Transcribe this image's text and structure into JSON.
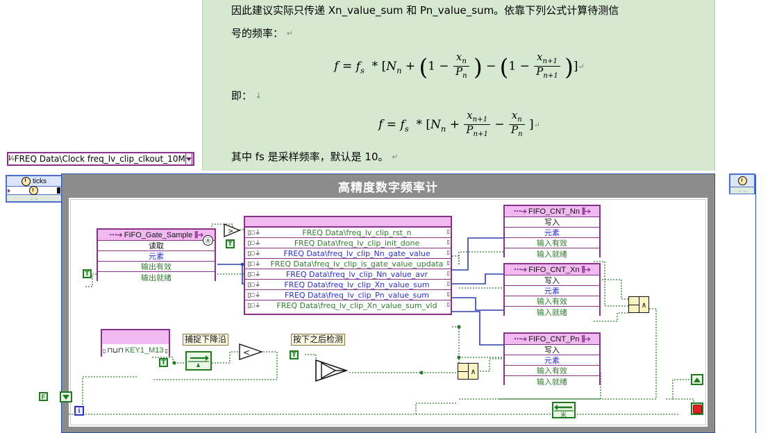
{
  "document": {
    "paragraph1": "因此建议实际只传递 Xn_value_sum 和 Pn_value_sum。依靠下列公式计算待测信",
    "paragraph2": "号的频率：",
    "paragraph3": "即：",
    "paragraph4": "其中 fs 是采样频率，默认是 10。",
    "formula1_plain": "f = fs * [Nn + (1 - xn/Pn) - (1 - xn+1/Pn+1)]",
    "formula2_plain": "f = fs * [Nn + xn+1/Pn+1 - xn/Pn]",
    "background_color": "#d5e8d0"
  },
  "clock_combo": {
    "value": "FREQ Data\\Clock freq_lv_clip_clkout_10M",
    "prefix_icon": "io-item-icon",
    "dropdown_icon": "chevron-down-icon",
    "border_color": "#8a2f8a"
  },
  "ticks_indicator": {
    "label": "ticks",
    "icon": "clock-icon",
    "timer_icon": "wait-ms-icon",
    "expand_icon": "chevron-down-icon"
  },
  "top_right_clock": {
    "icon": "clock-icon",
    "expand_icon": "chevron-down-icon"
  },
  "diagram_window": {
    "title": "高精度数字频率计",
    "title_bar_color": "#8c8c8c",
    "border_color": "#2b4fa0",
    "canvas_color": "#ffffff"
  },
  "nodes": {
    "fifo_gate_sample": {
      "title": "FIFO_Gate_Sample",
      "method": "读取",
      "rows": [
        "元素",
        "输出有效",
        "输出就绪"
      ],
      "left_icon": "fifo-input-icon",
      "right_icon": "fifo-bars-icon"
    },
    "fifo_cnt_nn": {
      "title": "FIFO_CNT_Nn",
      "method": "写入",
      "rows": [
        "元素",
        "输入有效",
        "输入就绪"
      ],
      "left_icon": "fifo-input-icon",
      "right_icon": "fifo-bars-icon"
    },
    "fifo_cnt_xn": {
      "title": "FIFO_CNT_Xn",
      "method": "写入",
      "rows": [
        "元素",
        "输入有效",
        "输入就绪"
      ],
      "left_icon": "fifo-input-icon",
      "right_icon": "fifo-bars-icon"
    },
    "fifo_cnt_pn": {
      "title": "FIFO_CNT_Pn",
      "method": "写入",
      "rows": [
        "元素",
        "输入有效",
        "输入就绪"
      ],
      "left_icon": "fifo-input-icon",
      "right_icon": "fifo-bars-icon"
    },
    "key_node": {
      "title": "KEY1_M13",
      "icon": "digital-waveform-icon"
    },
    "io_node": {
      "items": [
        {
          "label": "FREQ Data\\freq_lv_clip_rst_n",
          "color": "#2f7a2f"
        },
        {
          "label": "FREQ Data\\freq_lv_clip_init_done",
          "color": "#2f7a2f"
        },
        {
          "label": "FREQ Data\\freq_lv_clip_Nn_gate_value",
          "color": "#2b2fc8"
        },
        {
          "label": "FREQ Data\\freq_lv_clip_is_gate_value_updata",
          "color": "#2f7a2f"
        },
        {
          "label": "FREQ Data\\freq_lv_clip_Nn_value_avr",
          "color": "#2b2fc8"
        },
        {
          "label": "FREQ Data\\freq_lv_clip_Xn_value_sum",
          "color": "#2b2fc8"
        },
        {
          "label": "FREQ Data\\freq_lv_clip_Pn_value_sum",
          "color": "#2b2fc8"
        },
        {
          "label": "FREQ Data\\freq_lv_clip_Xn_value_sum_vld",
          "color": "#2f7a2f"
        }
      ],
      "row_icon": "fpga-io-icon"
    }
  },
  "comments": {
    "falling_edge": "捕捉下降沿",
    "detect_after_press": "按下之后检测"
  },
  "constants": {
    "true_1": "T",
    "true_2": "T",
    "true_3": "T",
    "true_4": "T",
    "false_1": "F",
    "iteration": "i"
  },
  "gates": {
    "and_symbol": "∧"
  },
  "misc": {
    "reference_icon": "local-reference-icon",
    "stop_button_icon": "stop-button-icon",
    "tunnel_icon": "tunnel-arrow-icon",
    "feedback_icon": "feedback-node-icon"
  }
}
